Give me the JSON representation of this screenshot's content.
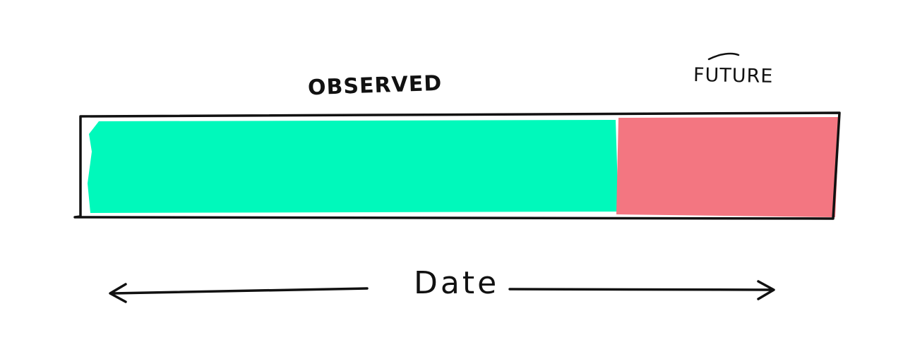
{
  "diagram": {
    "segments": [
      {
        "label": "OBSERVED",
        "color": "#00F9BB"
      },
      {
        "label": "FUTURE",
        "color": "#F37681"
      }
    ],
    "axis": {
      "label": "Date",
      "direction": "bidirectional"
    },
    "colors": {
      "stroke": "#111111",
      "background": "#FFFFFF"
    }
  }
}
